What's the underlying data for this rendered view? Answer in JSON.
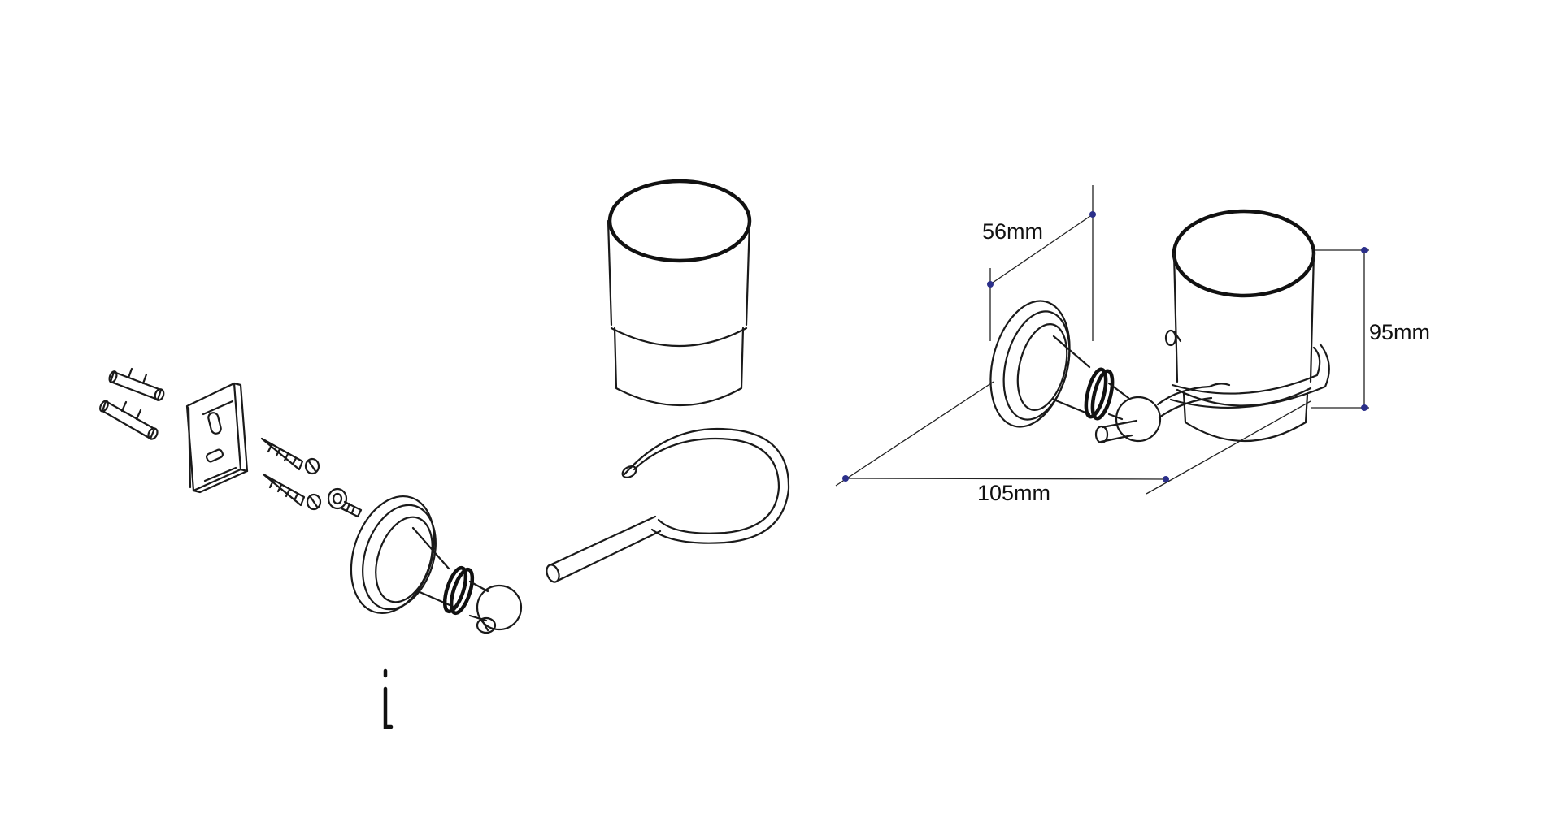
{
  "dimensions": {
    "depth": "56mm",
    "width": "105mm",
    "height": "95mm"
  },
  "icons": {
    "hex_key": "hex-key-icon",
    "wall_plug": "wall-plug-icon",
    "screw": "screw-icon",
    "mounting_plate": "mounting-plate-icon"
  },
  "colors": {
    "line": "#1a1a1a",
    "dimension_point": "#2b2f8a"
  }
}
